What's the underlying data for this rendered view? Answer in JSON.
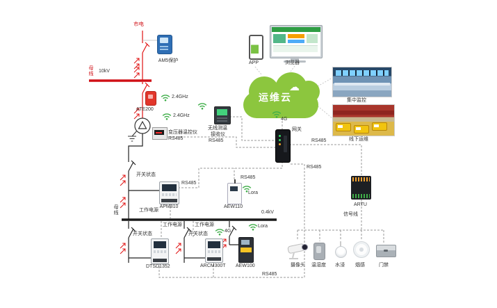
{
  "colors": {
    "hv_line": "#e01212",
    "lv_line": "#222222",
    "comm_dash": "#9a9a9a",
    "cloud_green": "#8cc63e",
    "wifi_green": "#3fae49"
  },
  "icons": {
    "cloud_glyph": "☁"
  },
  "hv_section": {
    "mains_label": "市电",
    "relay_label": "AM5保护",
    "voltage_label": "10kV",
    "busbar_label": "母线",
    "temp_sensor_label": "ATE200",
    "wireless_band_upper": "2.4GHz",
    "wireless_band_lower": "2.4GHz",
    "receiver_name_1": "无线测温",
    "receiver_name_2": "接收仪",
    "receiver_bus": "RS485",
    "transformer_controller_name": "变压器温控仪",
    "transformer_controller_bus": "RS485"
  },
  "cloud_section": {
    "cloud_label": "运维云",
    "app_label": "APP",
    "browser_label": "浏览器",
    "uplink_label": "4G"
  },
  "right_section": {
    "gateway_label": "网关",
    "central_monitoring_label": "集中监控",
    "field_ops_label": "线下运维",
    "rs485_artu": "RS485",
    "rs485_riser": "RS485",
    "artu_label": "ARTU",
    "signal_line_label": "信号线"
  },
  "feeder_section": {
    "switch_state_label": "开关状态",
    "apm_bus": "RS485",
    "apm_label": "APM810",
    "aew110_bus": "RS485",
    "aew110_radio": "Lora",
    "aew110_label": "AEW110",
    "work_power_label": "工作电源"
  },
  "lv_section": {
    "busbar_label": "母线",
    "voltage_label": "0.4kV",
    "work_power_1": "工作电源",
    "work_power_2": "工作电源",
    "switch_state_1": "开关状态",
    "switch_state_2": "开关状态",
    "radio_4g": "4G",
    "radio_lora": "Lora",
    "meter_dtsd": "DTSD1352",
    "meter_arcm": "ARCM300T",
    "meter_aew": "AEW100",
    "bus_label": "RS485"
  },
  "sensor_section": {
    "camera_label": "摄像头",
    "temp_humidity_label": "温湿度",
    "water_label": "水浸",
    "smoke_label": "烟感",
    "door_label": "门禁"
  }
}
